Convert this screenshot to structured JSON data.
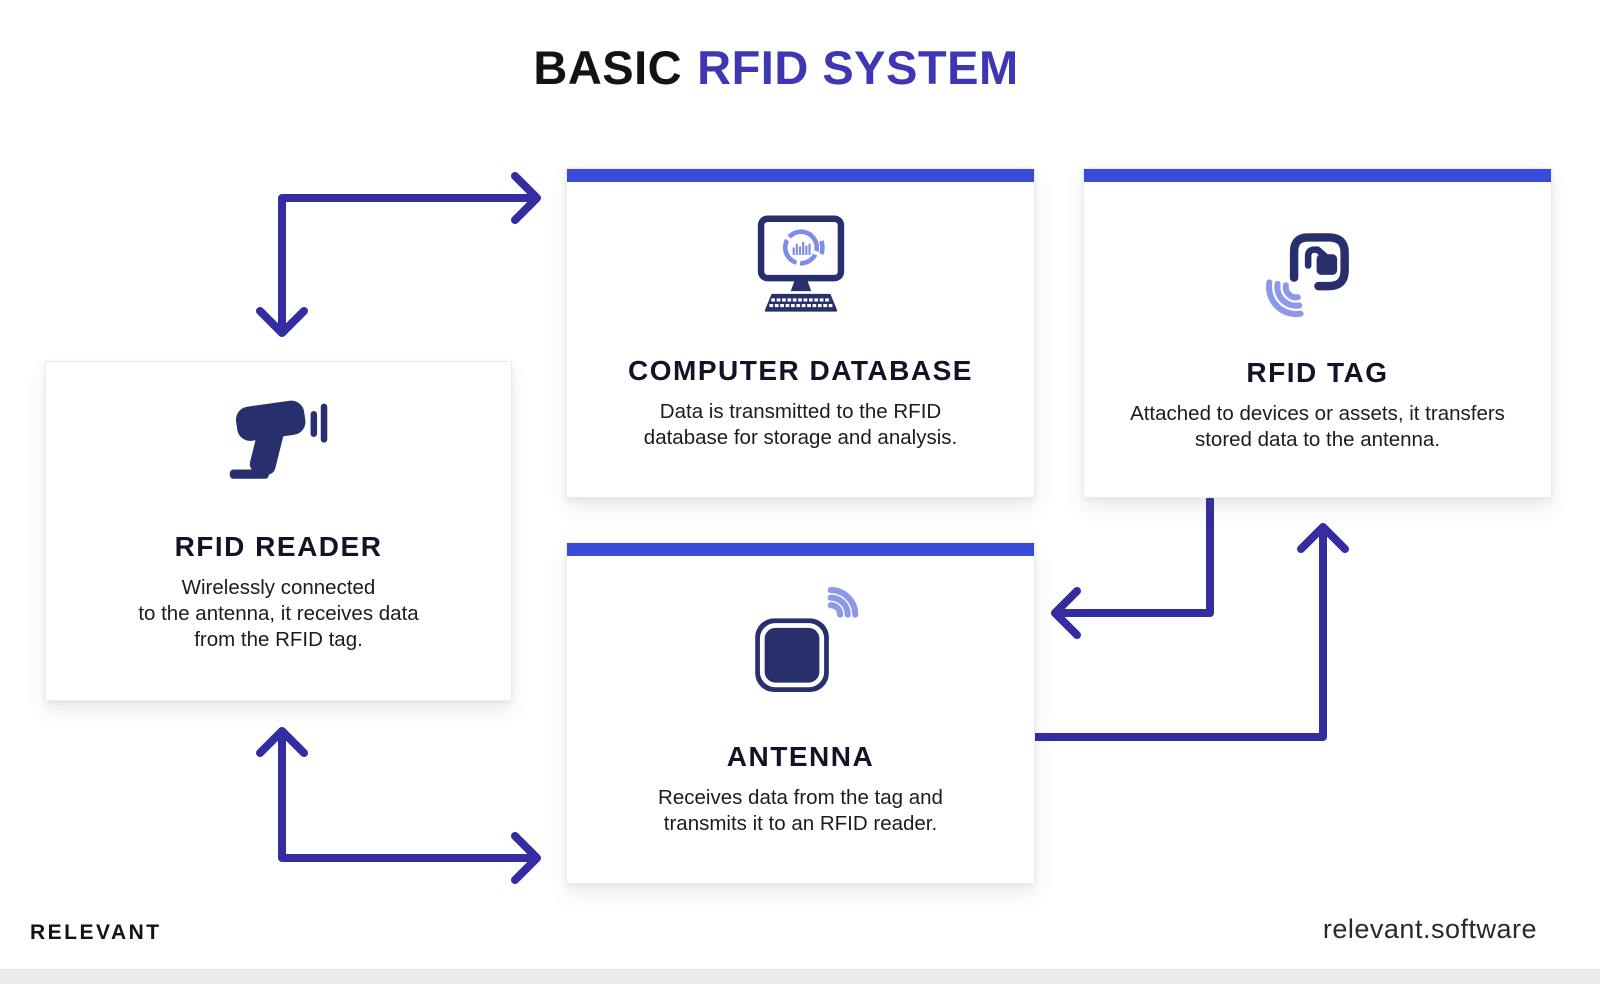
{
  "title": {
    "prefix": "BASIC",
    "highlight": "RFID SYSTEM"
  },
  "colors": {
    "accent": "#3a4bdb",
    "arrow": "#342da1",
    "navy": "#27306d",
    "wave": "#8d99e8",
    "chart": "#7f8ce5",
    "title_highlight": "#3f36b3",
    "heading": "#101426",
    "body_text": "#191c24"
  },
  "cards": [
    {
      "id": "rfid-reader",
      "title": "RFID READER",
      "description": "Wirelessly connected\nto the antenna, it receives data\nfrom the RFID tag.",
      "icon": "rfid-reader-gun-icon",
      "accent_bar": false
    },
    {
      "id": "computer-database",
      "title": "COMPUTER DATABASE",
      "description": "Data is transmitted to the RFID\ndatabase for storage and analysis.",
      "icon": "computer-database-icon",
      "accent_bar": true
    },
    {
      "id": "rfid-tag",
      "title": "RFID TAG",
      "description": "Attached to devices or assets, it transfers\nstored data to the antenna.",
      "icon": "rfid-tag-icon",
      "accent_bar": true
    },
    {
      "id": "antenna",
      "title": "ANTENNA",
      "description": "Receives data from the tag and\ntransmits it to an RFID reader.",
      "icon": "antenna-icon",
      "accent_bar": true
    }
  ],
  "footer": {
    "brand": "RELEVANT",
    "website": "relevant.software"
  }
}
